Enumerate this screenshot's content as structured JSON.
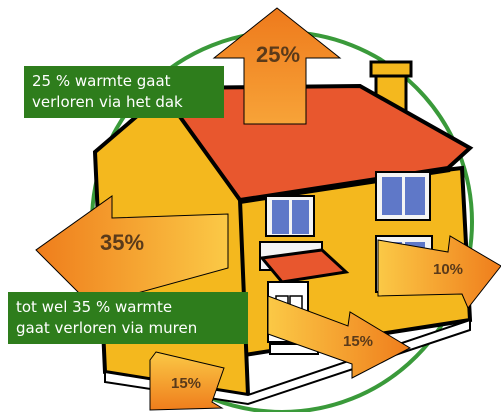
{
  "labels": {
    "roof_text_line1": "25 % warmte gaat",
    "roof_text_line2": "verloren via het dak",
    "walls_text_line1": "tot wel 35 % warmte",
    "walls_text_line2": "gaat verloren via muren"
  },
  "arrows": {
    "roof": "25%",
    "walls": "35%",
    "windows": "10%",
    "door": "15%",
    "floor": "15%"
  },
  "colors": {
    "label_bg": "#2e7d1c",
    "circle": "#3a9a3a",
    "house_wall": "#f4b81e",
    "roof": "#e8572e",
    "window": "#5f78c8",
    "arrow_light": "#f9c23c",
    "arrow_dark": "#ef7a1d"
  }
}
